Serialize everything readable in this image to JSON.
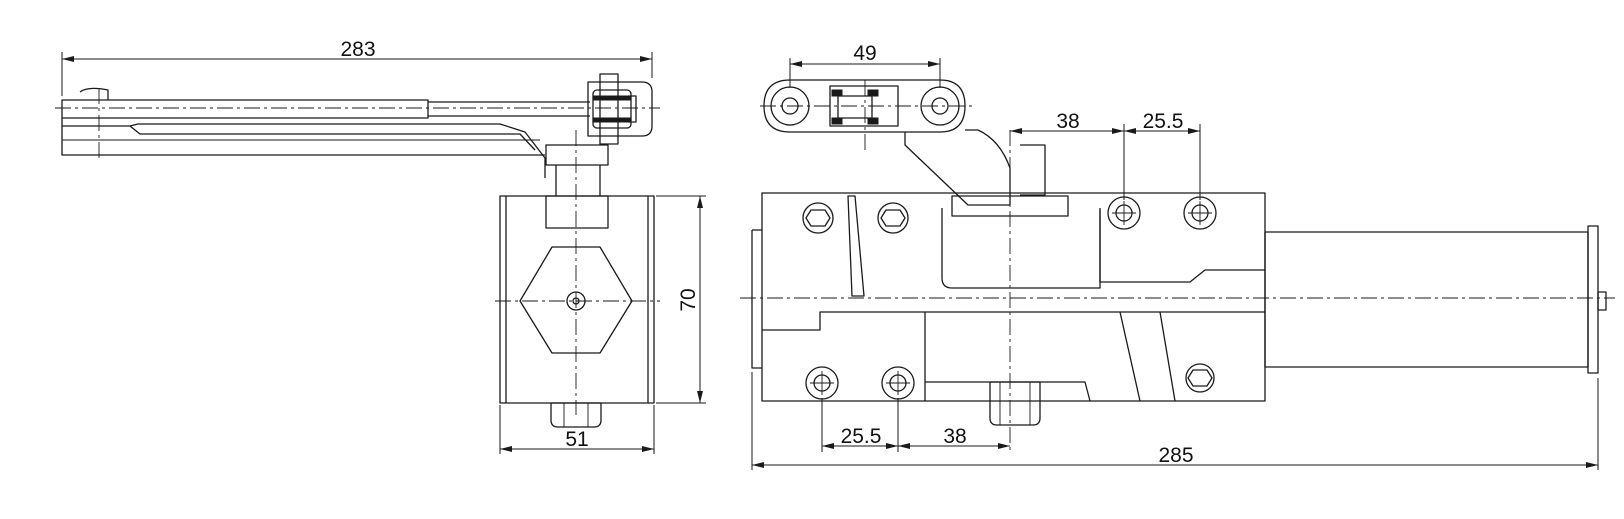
{
  "dimensions": {
    "arm_length": "283",
    "shoe_hole_spacing": "49",
    "body_height": "70",
    "body_width": "51",
    "top_hole_offset": "38",
    "top_hole_pitch": "25.5",
    "bottom_hole_pitch": "25.5",
    "bottom_hole_offset": "38",
    "overall_length": "285"
  },
  "colors": {
    "line": "#1a1a1a",
    "background": "#ffffff"
  }
}
